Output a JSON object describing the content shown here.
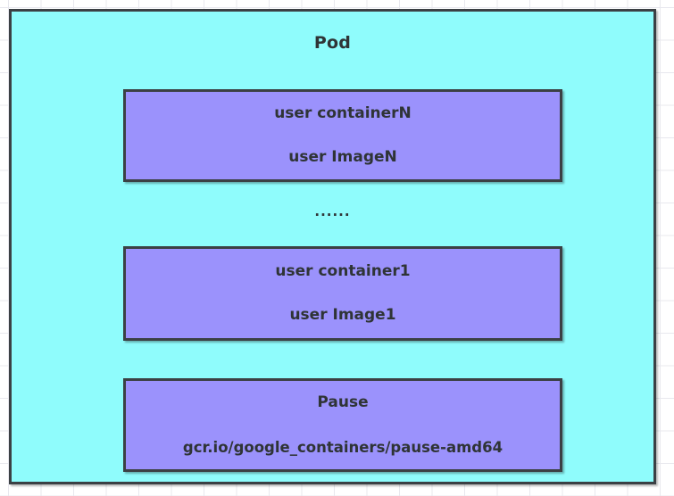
{
  "diagram": {
    "title": "Pod",
    "background_color": "#ffffff",
    "pod_fill_color": "#8ffcfc",
    "container_fill_color": "#9b92fc",
    "border_color": "#3b4044",
    "text_color": "#2f3436",
    "ellipsis": "......",
    "containers": [
      {
        "id": "user-container-n",
        "primary": "user containerN",
        "secondary": "user ImageN"
      },
      {
        "id": "user-container-1",
        "primary": "user container1",
        "secondary": "user Image1"
      },
      {
        "id": "pause-container",
        "primary": "Pause",
        "secondary": "gcr.io/google_containers/pause-amd64"
      }
    ]
  }
}
